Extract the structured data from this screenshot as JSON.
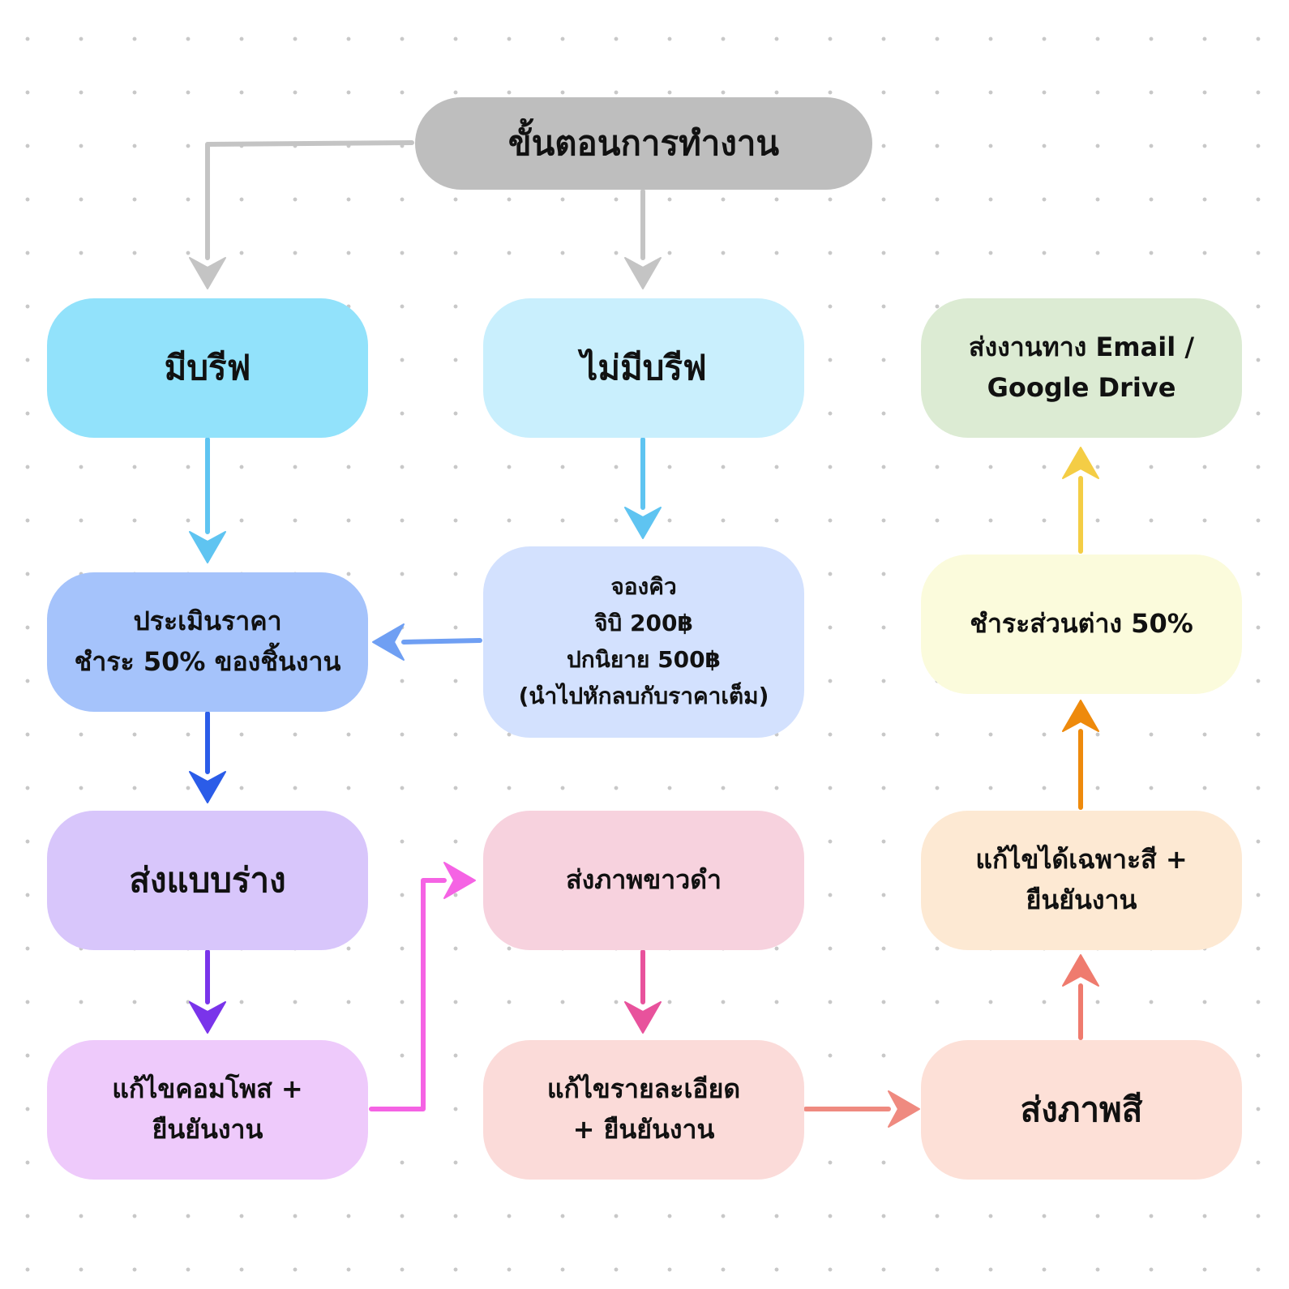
{
  "diagram": {
    "header": {
      "label": "ขั้นตอนการทำงาน"
    },
    "nodes": {
      "has_ref": {
        "label": "มีบรีฟ"
      },
      "no_ref": {
        "label": "ไม่มีบรีฟ"
      },
      "estimate": {
        "lines": [
          "ประเมินราคา",
          "ชำระ 50% ของชิ้นงาน"
        ]
      },
      "booking": {
        "lines": [
          "จองคิว",
          "จิบิ 200฿",
          "ปกนิยาย 500฿",
          "(นำไปหักลบกับราคาเต็ม)"
        ]
      },
      "sketch": {
        "label": "ส่งแบบร่าง"
      },
      "composition_fix": {
        "lines": [
          "แก้ไขคอมโพส +",
          "ยืนยันงาน"
        ]
      },
      "bw_image": {
        "label": "ส่งภาพขาวดำ"
      },
      "detail_fix": {
        "lines": [
          "แก้ไขรายละเอียด",
          "+ ยืนยันงาน"
        ]
      },
      "color_image": {
        "label": "ส่งภาพสี"
      },
      "color_fix": {
        "lines": [
          "แก้ไขได้เฉพาะสี +",
          "ยืนยันงาน"
        ]
      },
      "balance": {
        "label": "ชำระส่วนต่าง 50%"
      },
      "delivery": {
        "lines": [
          "ส่งงานทาง Email /",
          "Google Drive"
        ]
      }
    },
    "arrows": [
      {
        "from": "header",
        "to": "has_ref",
        "color": "#c4c4c4"
      },
      {
        "from": "header",
        "to": "no_ref",
        "color": "#c4c4c4"
      },
      {
        "from": "has_ref",
        "to": "estimate",
        "color": "#5fc4f1"
      },
      {
        "from": "no_ref",
        "to": "booking",
        "color": "#5fc4f1"
      },
      {
        "from": "booking",
        "to": "estimate",
        "color": "#6f9ff3"
      },
      {
        "from": "estimate",
        "to": "sketch",
        "color": "#2b5ce8"
      },
      {
        "from": "sketch",
        "to": "composition_fix",
        "color": "#7a34ea"
      },
      {
        "from": "composition_fix",
        "to": "bw_image",
        "color": "#f563e4"
      },
      {
        "from": "bw_image",
        "to": "detail_fix",
        "color": "#e8529c"
      },
      {
        "from": "detail_fix",
        "to": "color_image",
        "color": "#ef8a80"
      },
      {
        "from": "color_image",
        "to": "color_fix",
        "color": "#ef7b6e"
      },
      {
        "from": "color_fix",
        "to": "balance",
        "color": "#ee8a0c"
      },
      {
        "from": "balance",
        "to": "delivery",
        "color": "#f4cd45"
      }
    ]
  }
}
